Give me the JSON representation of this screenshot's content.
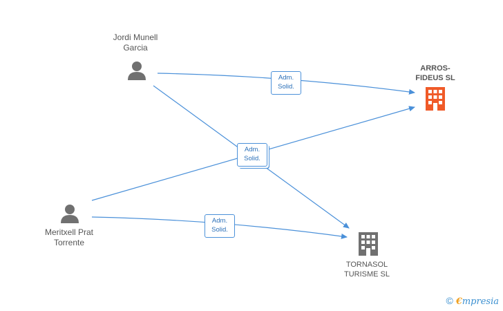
{
  "persons": [
    {
      "name_line1": "Jordi Munell",
      "name_line2": "Garcia"
    },
    {
      "name_line1": "Meritxell Prat",
      "name_line2": "Torrente"
    }
  ],
  "companies": [
    {
      "name_line1": "ARROS-",
      "name_line2": "FIDEUS SL",
      "color": "#f05a28"
    },
    {
      "name_line1": "TORNASOL",
      "name_line2": "TURISME SL",
      "color": "#707070"
    }
  ],
  "edges": [
    {
      "line1": "Adm.",
      "line2": "Solid."
    },
    {
      "line1": "Adm.",
      "line2": "Solid."
    },
    {
      "line1": "Adm.",
      "line2": "Solid."
    }
  ],
  "colors": {
    "edge": "#4a90d9",
    "person": "#707070"
  },
  "brand": {
    "copyright": "©",
    "e": "€",
    "rest": "mpresia"
  }
}
